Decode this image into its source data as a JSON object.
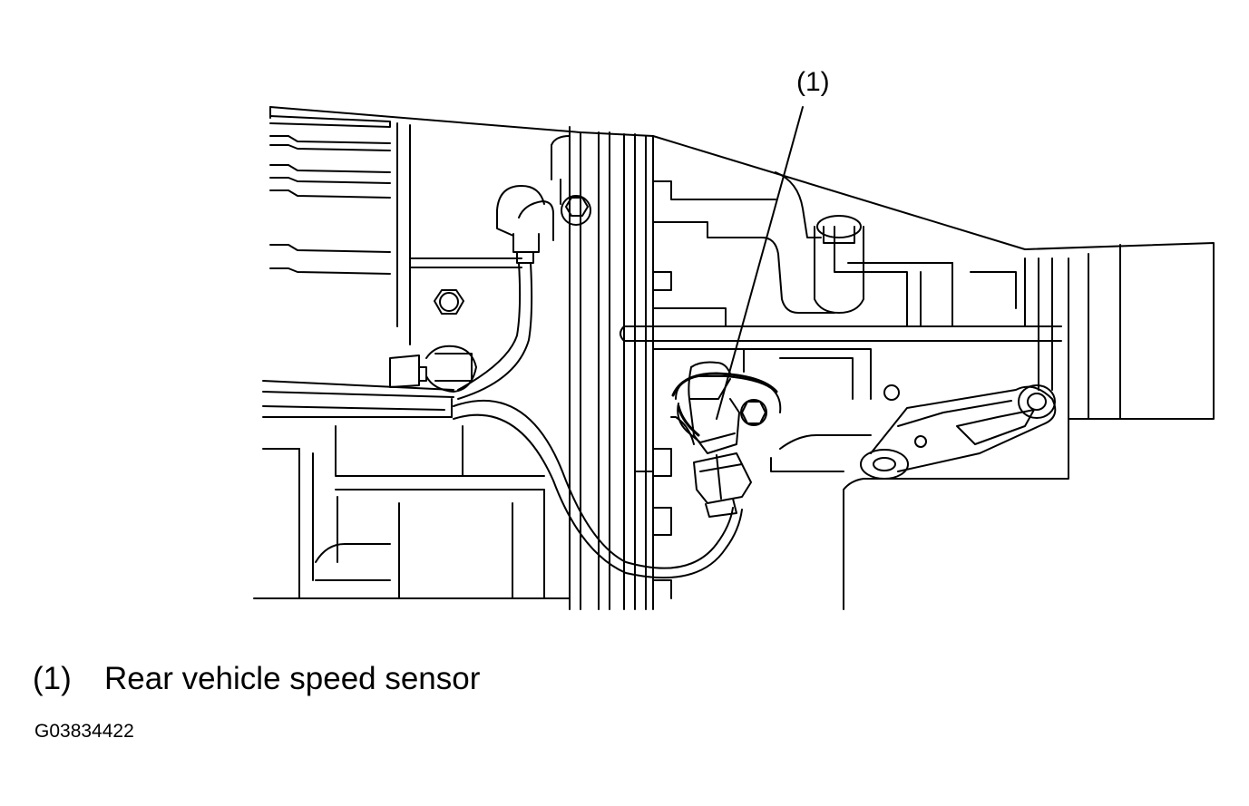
{
  "callout": {
    "number": "(1)"
  },
  "legend": [
    {
      "number": "(1)",
      "text": "Rear vehicle speed sensor"
    }
  ],
  "figure_id": "G03834422",
  "colors": {
    "line": "#000000",
    "background": "#ffffff"
  }
}
